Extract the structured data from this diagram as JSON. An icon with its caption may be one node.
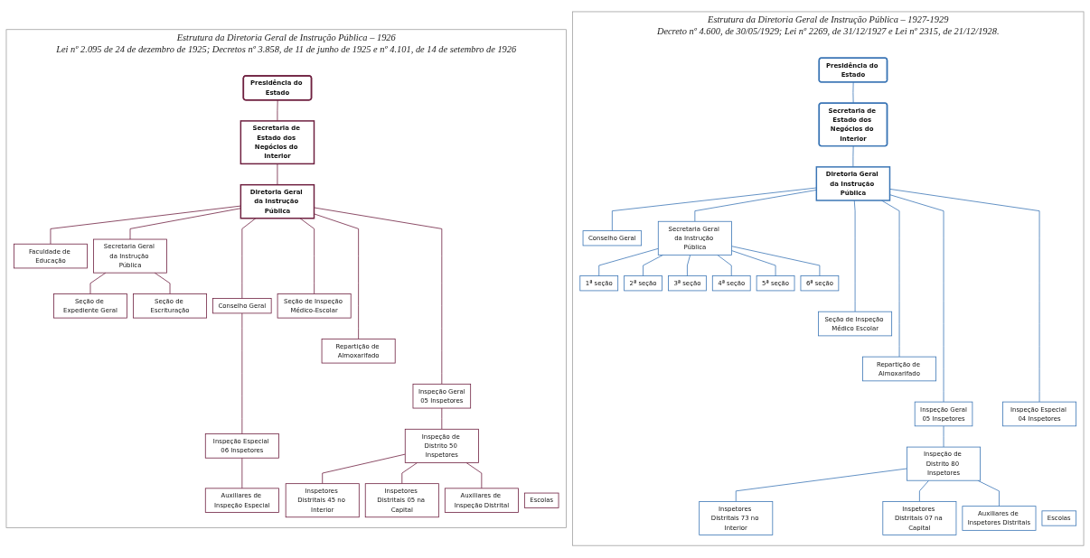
{
  "diagram": {
    "nodes": [
      {
        "text": [
          "Estrutura da Diretoria Geral de Instrução Pública – 1926",
          "Lei nº 2.095 de 24 de dezembro de 1925; Decretos nº 3.858, de 11 de junho de 1925 e nº 4.101, de 14 de setembro de 1926"
        ]
      },
      {
        "text": [
          "Presidência do Estado"
        ],
        "in": 0
      },
      {
        "text": [
          "Secretaria de Estado dos Negócios do Interior"
        ],
        "in": 0
      },
      {
        "text": [
          "Diretoria Geral da Instrução Pública"
        ],
        "in": 0
      },
      {
        "text": [
          "Faculdade de Educação"
        ],
        "in": 0
      },
      {
        "text": [
          "Secretaria Geral da Instrução Pública"
        ],
        "in": 0
      },
      {
        "text": [
          "Seção de Expediente Geral"
        ],
        "in": 0
      },
      {
        "text": [
          "Seção de Escrituração"
        ],
        "in": 0
      },
      {
        "text": [
          "Conselho Geral"
        ],
        "in": 0
      },
      {
        "text": [
          "Seção de Inspeção Médico-Escolar"
        ],
        "in": 0
      },
      {
        "text": [
          "Repartição de Almoxarifado"
        ],
        "in": 0
      },
      {
        "text": [
          "Inspeção Geral",
          "05 Inspetores"
        ],
        "in": 0
      },
      {
        "text": [
          "Inspeção Especial 06 Inspetores"
        ],
        "in": 0
      },
      {
        "text": [
          "Inspeção de Distrito 50 Inspetores"
        ],
        "in": 0
      },
      {
        "text": [
          "Inspetores Distritais 45 no Interior"
        ],
        "in": 0
      },
      {
        "text": [
          "Inspetores Distritais 05 na Capital"
        ],
        "in": 0
      },
      {
        "text": [
          "Auxiliares de Inspeção Especial"
        ],
        "in": 0
      },
      {
        "text": [
          "Auxiliares de Inspeção Distrital"
        ],
        "in": 0
      },
      {
        "text": [
          "Escolas"
        ],
        "in": 0
      },
      {
        "text": [
          "Estrutura da Diretoria Geral de Instrução Pública – 1927-1929",
          "Decreto nº 4.600, de 30/05/1929; Lei nº 2269, de 31/12/1927 e Lei nº 2315, de 21/12/1928."
        ]
      },
      {
        "text": [
          "Presidência do Estado"
        ],
        "in": 19
      },
      {
        "text": [
          "Secretaria de Estado dos Negócios do Interior"
        ],
        "in": 19
      },
      {
        "text": [
          "Diretoria Geral da Instrução Pública"
        ],
        "in": 19
      },
      {
        "text": [
          "Conselho Geral"
        ],
        "in": 19
      },
      {
        "text": [
          "Secretaria Geral da Instrução Pública"
        ],
        "in": 19
      },
      {
        "text": [
          "1ª seção"
        ],
        "in": 19
      },
      {
        "text": [
          "2ª seção"
        ],
        "in": 19
      },
      {
        "text": [
          "3ª seção"
        ],
        "in": 19
      },
      {
        "text": [
          "4ª seção"
        ],
        "in": 19
      },
      {
        "text": [
          "5ª seção"
        ],
        "in": 19
      },
      {
        "text": [
          "6ª seção"
        ],
        "in": 19
      },
      {
        "text": [
          "Seção de Inspeção Médico Escolar"
        ],
        "in": 19
      },
      {
        "text": [
          "Repartição de Almoxarifado"
        ],
        "in": 19
      },
      {
        "text": [
          "Inspeção Geral",
          "05 Inspetores"
        ],
        "in": 19
      },
      {
        "text": [
          "Inspeção Especial 04 Inspetores"
        ],
        "in": 19
      },
      {
        "text": [
          "Inspeção de Distrito 80 Inspetores"
        ],
        "in": 19
      },
      {
        "text": [
          "Inspetores Distritais 73 no Interior"
        ],
        "in": 19
      },
      {
        "text": [
          "Inspetores Distritais 07 na Capital"
        ],
        "in": 19
      },
      {
        "text": [
          "Auxiliares de Inspetores Distritais"
        ],
        "in": 19
      },
      {
        "text": [
          "Escolas"
        ],
        "in": 19
      }
    ],
    "edges": [
      {
        "from": 1,
        "to": 2,
        "arrow": "none",
        "color": "#6e1f3f"
      },
      {
        "from": 2,
        "to": 3,
        "arrow": "none",
        "color": "#6e1f3f"
      },
      {
        "from": 3,
        "to": 4,
        "arrow": "none",
        "color": "#6e1f3f"
      },
      {
        "from": 3,
        "to": 5,
        "arrow": "none",
        "color": "#6e1f3f"
      },
      {
        "from": 5,
        "to": 6,
        "arrow": "none",
        "color": "#6e1f3f"
      },
      {
        "from": 5,
        "to": 7,
        "arrow": "none",
        "color": "#6e1f3f"
      },
      {
        "from": 3,
        "to": 8,
        "arrow": "none",
        "color": "#6e1f3f"
      },
      {
        "from": 3,
        "to": 9,
        "arrow": "none",
        "color": "#6e1f3f"
      },
      {
        "from": 3,
        "to": 10,
        "arrow": "none",
        "color": "#6e1f3f"
      },
      {
        "from": 3,
        "to": 11,
        "arrow": "none",
        "color": "#6e1f3f"
      },
      {
        "from": 8,
        "to": 12,
        "arrow": "none",
        "color": "#6e1f3f"
      },
      {
        "from": 11,
        "to": 13,
        "arrow": "none",
        "color": "#6e1f3f"
      },
      {
        "from": 13,
        "to": 14,
        "arrow": "none",
        "color": "#6e1f3f"
      },
      {
        "from": 13,
        "to": 15,
        "arrow": "none",
        "color": "#6e1f3f"
      },
      {
        "from": 12,
        "to": 16,
        "arrow": "none",
        "color": "#6e1f3f"
      },
      {
        "from": 13,
        "to": 17,
        "arrow": "none",
        "color": "#6e1f3f"
      },
      {
        "from": 20,
        "to": 21,
        "arrow": "none"
      },
      {
        "from": 21,
        "to": 22,
        "arrow": "none"
      },
      {
        "from": 22,
        "to": 23,
        "arrow": "none"
      },
      {
        "from": 22,
        "to": 24,
        "arrow": "none"
      },
      {
        "from": 24,
        "to": 25,
        "arrow": "none"
      },
      {
        "from": 24,
        "to": 26,
        "arrow": "none"
      },
      {
        "from": 24,
        "to": 27,
        "arrow": "none"
      },
      {
        "from": 24,
        "to": 28,
        "arrow": "none"
      },
      {
        "from": 24,
        "to": 29,
        "arrow": "none"
      },
      {
        "from": 24,
        "to": 30,
        "arrow": "none"
      },
      {
        "from": 22,
        "to": 31,
        "arrow": "none"
      },
      {
        "from": 22,
        "to": 32,
        "arrow": "none"
      },
      {
        "from": 22,
        "to": 33,
        "arrow": "none"
      },
      {
        "from": 22,
        "to": 34,
        "arrow": "none"
      },
      {
        "from": 33,
        "to": 35,
        "arrow": "none"
      },
      {
        "from": 35,
        "to": 36,
        "arrow": "none"
      },
      {
        "from": 35,
        "to": 37,
        "arrow": "none"
      },
      {
        "from": 35,
        "to": 38,
        "arrow": "none"
      }
    ]
  }
}
